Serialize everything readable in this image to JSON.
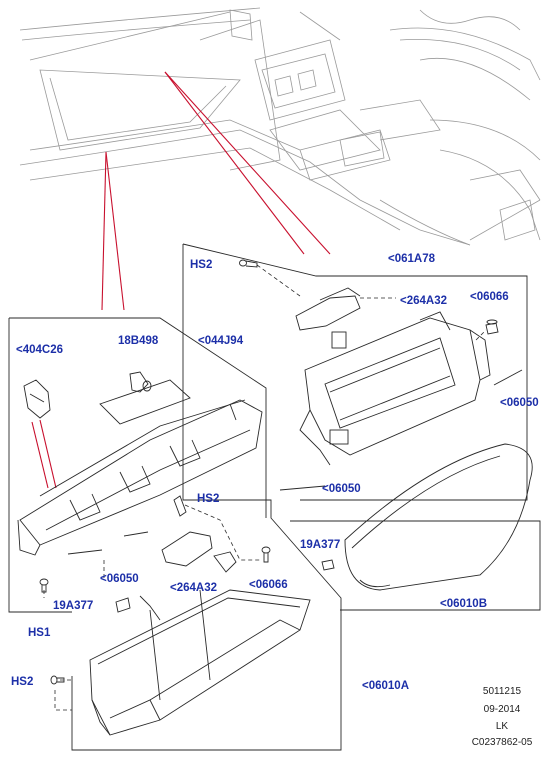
{
  "colors": {
    "callout": "#1c2fa8",
    "leader": "#c8102e",
    "outline": "#2a2a2a",
    "sketch": "#9a9a9a"
  },
  "callouts": {
    "hs2_top": "HS2",
    "p061A78": "<061A78",
    "p264A32_top": "<264A32",
    "p06066_top": "<06066",
    "p06050_right": "<06050",
    "p06050_mid": "<06050",
    "p404C26": "<404C26",
    "p18B498": "18B498",
    "p044J94": "<044J94",
    "hs2_mid": "HS2",
    "p06050_left": "<06050",
    "p264A32_low": "<264A32",
    "p06066_low": "<06066",
    "hs1": "HS1",
    "p19A377_left": "19A377",
    "p19A377_right": "19A377",
    "p06010B": "<06010B",
    "hs2_bottom": "HS2",
    "p06010A": "<06010A"
  },
  "footer": {
    "line1": "5011215",
    "line2": "09-2014",
    "line3": "LK",
    "line4": "C0237862-05"
  }
}
